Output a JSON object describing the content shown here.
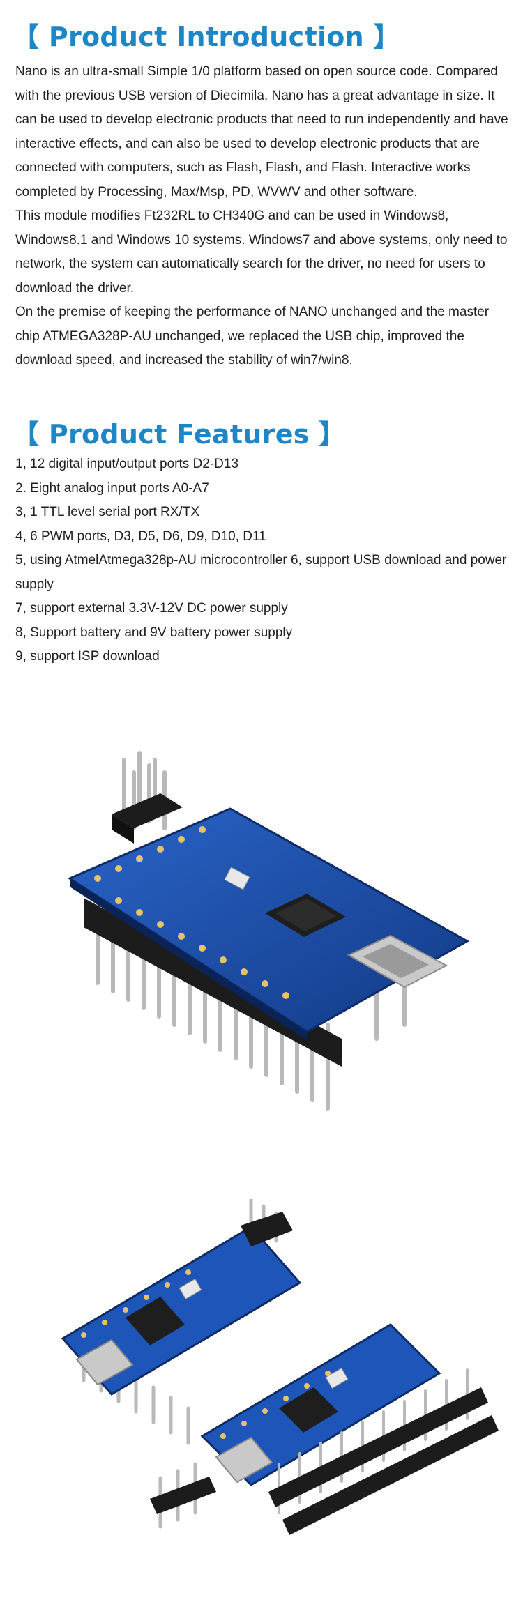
{
  "intro": {
    "title": "【 Product Introduction 】",
    "paragraphs": [
      "Nano is an ultra-small Simple 1/0 platform based on open source code. Compared with the previous USB version of Diecimila, Nano has a great advantage in size. It can be used to develop electronic products that need to run independently and have interactive effects, and can also be used to develop electronic products that are connected with computers, such as Flash, Flash, and Flash. Interactive works completed by Processing, Max/Msp, PD, WVWV and other software.",
      "This module modifies Ft232RL to CH340G and can be used in Windows8, Windows8.1 and Windows 10 systems. Windows7 and above systems, only need to network, the system can automatically search for the driver, no need for users to download the driver.",
      "On the premise of keeping the performance of NANO unchanged and the master chip ATMEGA328P-AU unchanged, we replaced the USB chip, improved the download speed, and increased the stability of win7/win8."
    ]
  },
  "features": {
    "title": "【 Product Features 】",
    "items": [
      "1, 12 digital input/output ports D2-D13",
      "2. Eight analog input ports A0-A7",
      "3, 1 TTL level serial port RX/TX",
      "4, 6 PWM ports, D3, D5, D6, D9, D10, D11",
      "5, using AtmelAtmega328p-AU microcontroller 6, support USB download and power supply",
      "7, support external 3.3V-12V DC power supply",
      "8, Support battery and 9V battery power supply",
      "9, support ISP download"
    ]
  },
  "colors": {
    "heading": "#1c86c6",
    "pcb": "#1a4ea6",
    "text": "#1f1f1f"
  }
}
